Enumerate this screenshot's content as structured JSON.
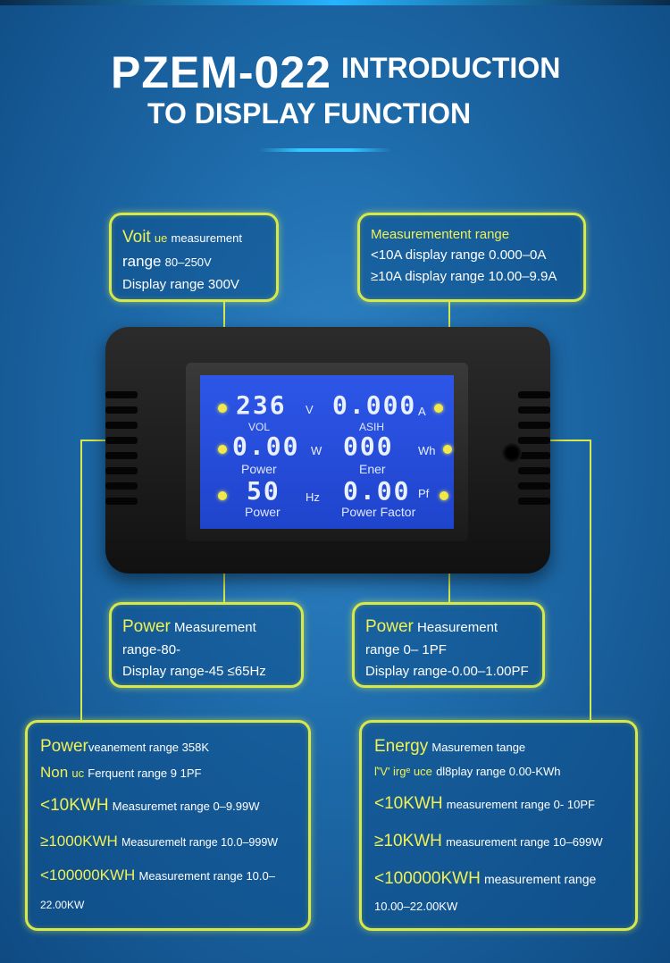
{
  "title": {
    "main": "PZEM-022",
    "side1": "INTRODUCTION",
    "side2": "TO DISPLAY FUNCTION"
  },
  "voltage_box": {
    "head": "Voit",
    "head_small": "ue",
    "head_rest": "measurement",
    "line2_a": "range",
    "line2_b": "80–250V",
    "line3": "Display range 300V"
  },
  "current_box": {
    "line1": "Measurementent range",
    "line2": "<10A display range 0.000–0A",
    "line3": "≥10A display range 10.00–9.9A"
  },
  "lcd": {
    "row1_left": "236",
    "row1_left_unit": "V",
    "row1_left_label": "VOL",
    "row1_right": "0.000",
    "row1_right_unit": "A",
    "row1_right_label": "ASIH",
    "row2_left": "0.00",
    "row2_left_unit": "W",
    "row2_left_label": "Power",
    "row2_right": "000",
    "row2_right_unit": "Wh",
    "row2_right_label": "Ener",
    "row3_left": "50",
    "row3_left_unit": "Hz",
    "row3_left_label": "Power",
    "row3_right": "0.00",
    "row3_right_unit": "Pf",
    "row3_right_label": "Power Factor"
  },
  "freq_box": {
    "head": "Power",
    "head_rest": "Measurement",
    "line2": "range-80-",
    "line3": "Display range-45 ≤65Hz"
  },
  "pf_box": {
    "head": "Power",
    "head_rest": "Heasurement",
    "line2": "range 0– 1PF",
    "line3": "Display range-0.00–1.00PF"
  },
  "power_box": {
    "l1_y": "Power",
    "l1_w": "veanement range 358K",
    "l2_y": "Non",
    "l2_small": "uc",
    "l2_w": "Ferquent range 9 1PF",
    "l3_y": "<10KWH",
    "l3_w": "Measuremet range 0–9.99W",
    "l4_y": "≥1000KWH",
    "l4_w": "Measuremelt range 10.0–999W",
    "l5_y": "<100000KWH",
    "l5_w": "Measurement range 10.0–",
    "l6": "22.00KW"
  },
  "energy_box": {
    "l1_y": "Energy",
    "l1_w": "Masuremen tange",
    "l2_y": "ľ'V' irg",
    "l2_small": "ᵉ uce",
    "l2_w": "dl8play range 0.00-KWh",
    "l3_y": "<10KWH",
    "l3_w": "measurement range 0- 10PF",
    "l4_y": "≥10KWH",
    "l4_w": "measurement range 10–699W",
    "l5_y": "<100000KWH",
    "l5_w": "measurement range",
    "l6": "10.00–22.00KW"
  },
  "colors": {
    "accent_yellow": "#f1f153",
    "border_yellow": "#d7e84a",
    "lcd_blue": "#2d56e8",
    "background": "#1d69a8"
  }
}
